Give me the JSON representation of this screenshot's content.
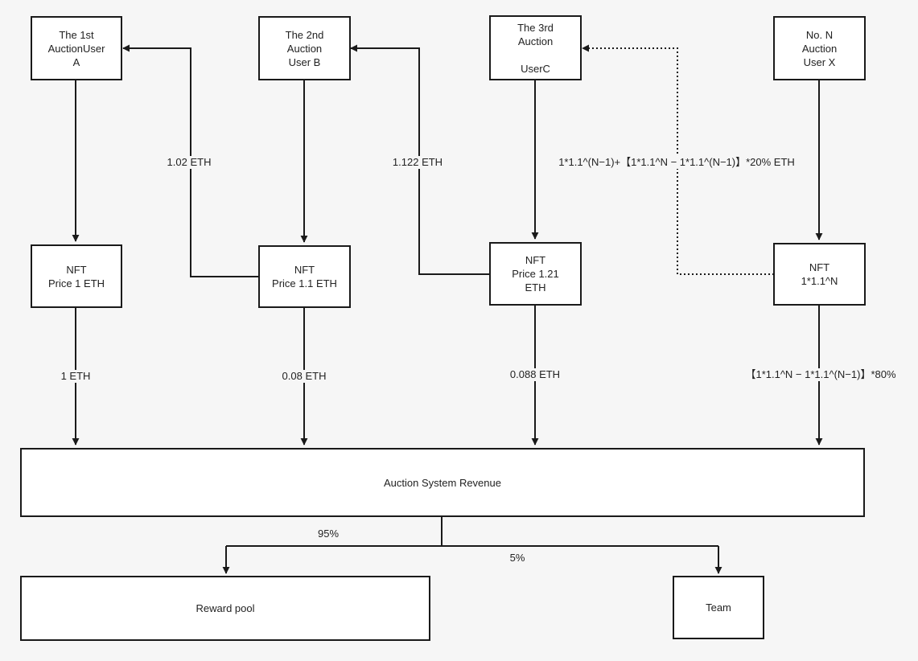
{
  "nodes": {
    "user_a": "The 1st\nAuctionUser\nA",
    "user_b": "The 2nd\nAuction\nUser B",
    "user_c": "The 3rd\nAuction\n\nUserC",
    "user_x": "No. N\nAuction\nUser X",
    "nft_a": "NFT\nPrice 1 ETH",
    "nft_b": "NFT\nPrice 1.1 ETH",
    "nft_c": "NFT\nPrice 1.21\nETH",
    "nft_x": "NFT\n1*1.1^N",
    "revenue": "Auction System Revenue",
    "reward_pool": "Reward pool",
    "team": "Team"
  },
  "edge_labels": {
    "refund_a": "1.02 ETH",
    "refund_b": "1.122 ETH",
    "refund_n": "1*1.1^(N−1)+【1*1.1^N − 1*1.1^(N−1)】*20% ETH",
    "pay_a": "1 ETH",
    "pay_b": "0.08 ETH",
    "pay_c": "0.088 ETH",
    "pay_x": "【1*1.1^N − 1*1.1^(N−1)】*80%",
    "split_pool": "95%",
    "split_team": "5%"
  },
  "colors": {
    "line": "#1a1a1a",
    "box_fill": "#ffffff",
    "background": "#f6f6f6"
  }
}
